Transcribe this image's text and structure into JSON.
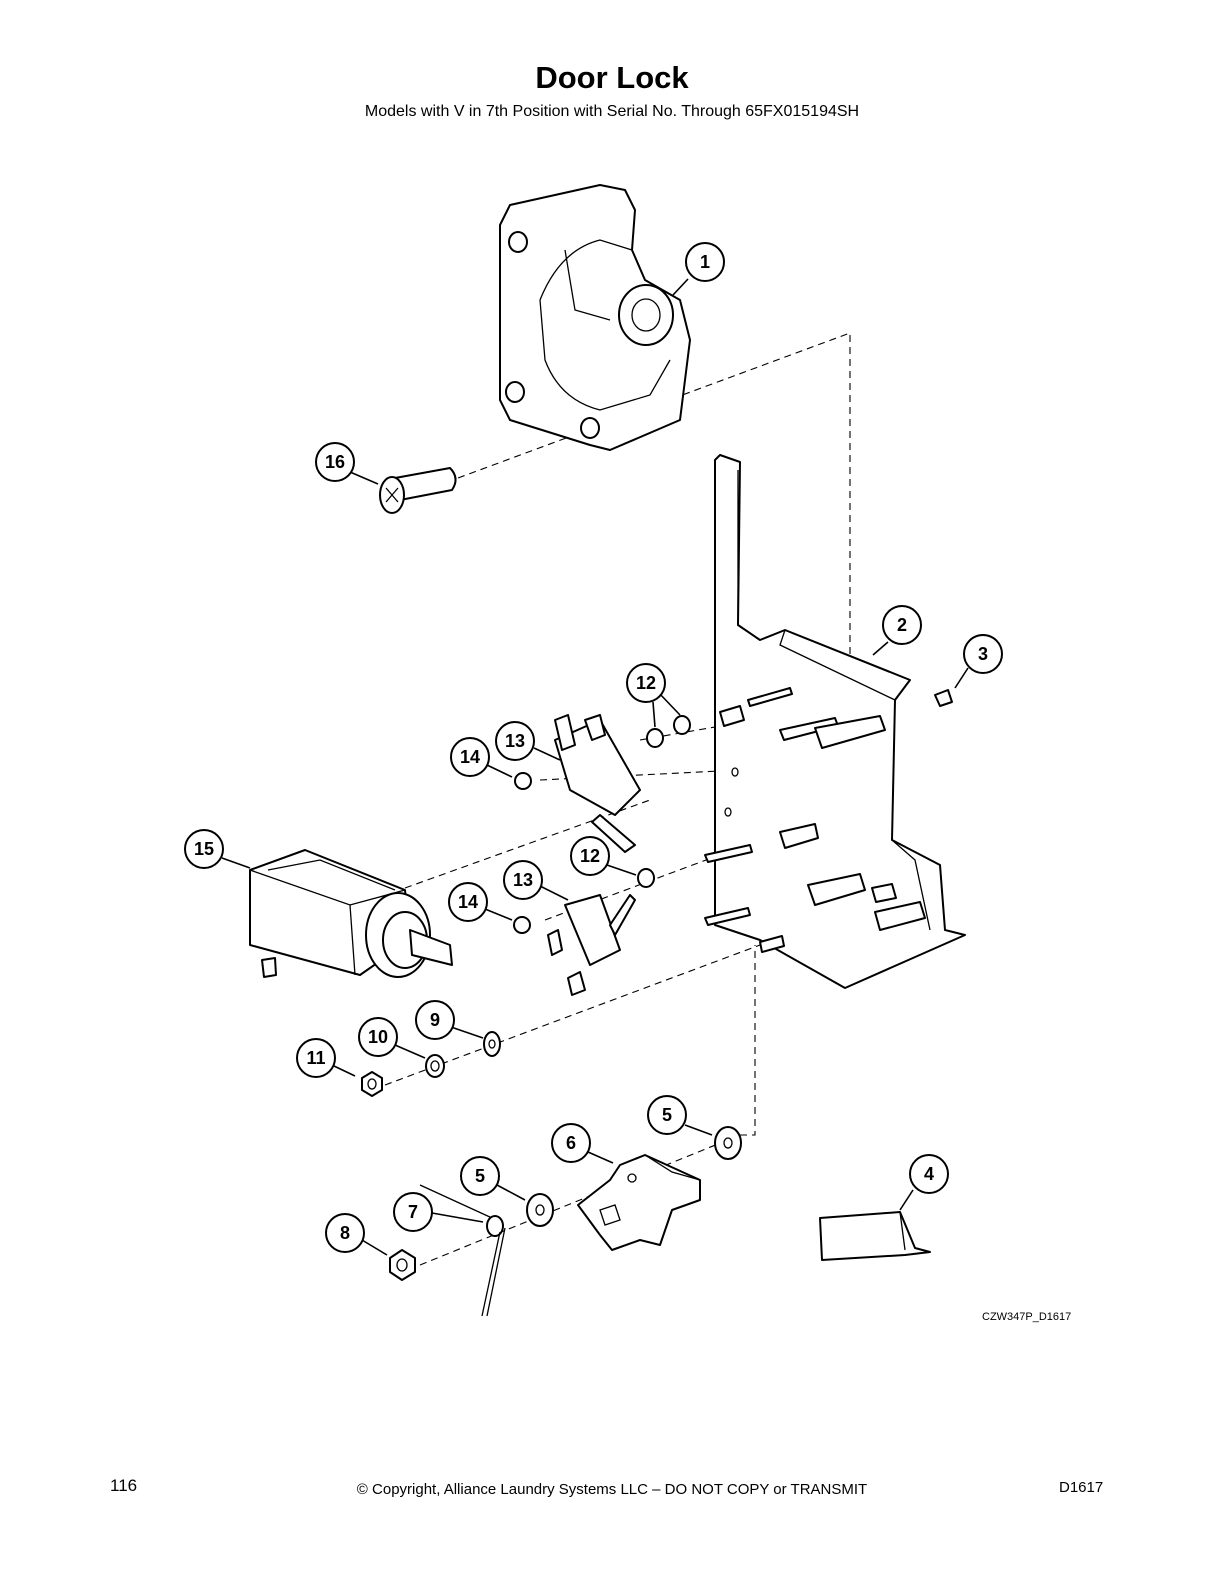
{
  "page": {
    "title": "Door Lock",
    "subtitle": "Models with V in 7th Position with Serial No. Through 65FX015194SH",
    "drawing_code": "CZW347P_D1617",
    "page_number": "116",
    "copyright": "© Copyright, Alliance Laundry Systems LLC – DO NOT COPY or TRANSMIT",
    "doc_id": "D1617"
  },
  "callouts": [
    {
      "label": "1"
    },
    {
      "label": "2"
    },
    {
      "label": "3"
    },
    {
      "label": "4"
    },
    {
      "label": "5"
    },
    {
      "label": "5"
    },
    {
      "label": "6"
    },
    {
      "label": "7"
    },
    {
      "label": "8"
    },
    {
      "label": "9"
    },
    {
      "label": "10"
    },
    {
      "label": "11"
    },
    {
      "label": "12"
    },
    {
      "label": "12"
    },
    {
      "label": "13"
    },
    {
      "label": "13"
    },
    {
      "label": "14"
    },
    {
      "label": "14"
    },
    {
      "label": "15"
    },
    {
      "label": "16"
    }
  ]
}
